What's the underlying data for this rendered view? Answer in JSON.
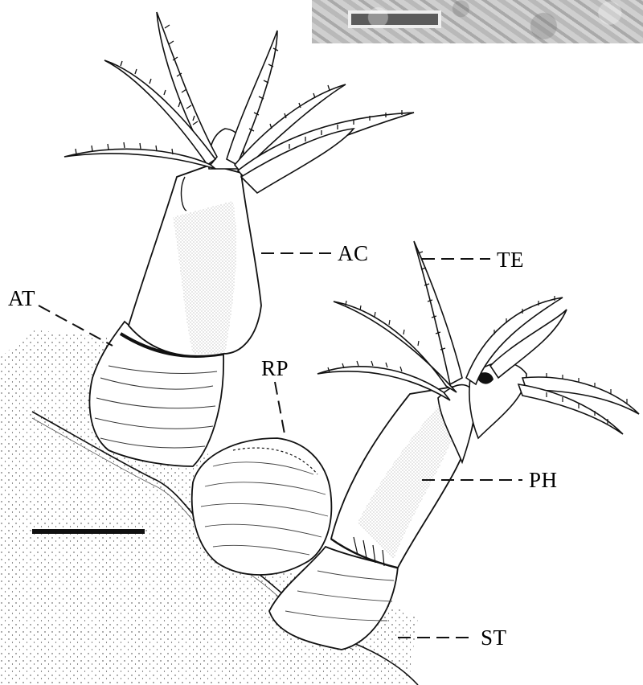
{
  "labels": {
    "ac": "AC",
    "te": "TE",
    "at": "AT",
    "rp": "RP",
    "ph": "PH",
    "st": "ST"
  }
}
